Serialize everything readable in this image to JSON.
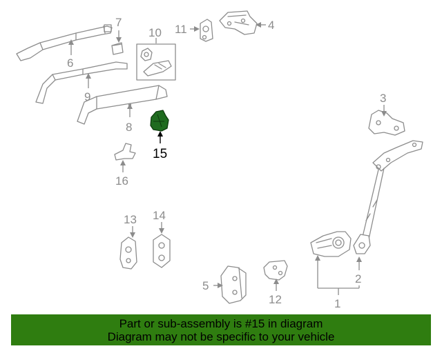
{
  "callouts": {
    "c1": "1",
    "c2": "2",
    "c3": "3",
    "c4": "4",
    "c5": "5",
    "c6": "6",
    "c7": "7",
    "c8": "8",
    "c9": "9",
    "c10": "10",
    "c11": "11",
    "c12": "12",
    "c13": "13",
    "c14": "14",
    "c15": "15",
    "c16": "16"
  },
  "highlight": {
    "part": "15",
    "color": "#1f6b1f"
  },
  "banner": {
    "line1": "Part or sub-assembly is #15 in diagram",
    "line2": "Diagram may not be specific to your vehicle",
    "color": "#2f7d10"
  }
}
